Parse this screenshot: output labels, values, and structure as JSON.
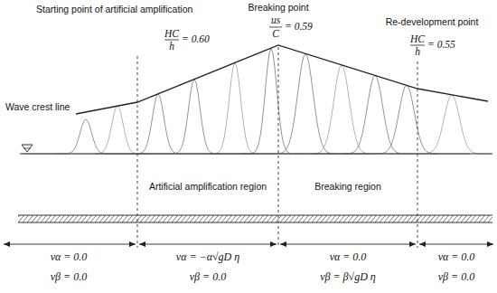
{
  "diagram": {
    "labels": [
      "Starting point of artificial amplification",
      "HC",
      "h",
      "= 0.60",
      "Breaking point",
      "us",
      "C",
      "= 0.59",
      "Re-development point",
      "HC",
      "h",
      "= 0.55",
      "Wave crest line",
      "Artificial amplification region",
      "Breaking region",
      "να = 0.0",
      "νβ = 0.0",
      "να = −α√gD η",
      "νβ = 0.0",
      "να = 0.0",
      "νβ = β√gD η",
      "να = 0.0",
      "νβ = 0.0"
    ]
  }
}
